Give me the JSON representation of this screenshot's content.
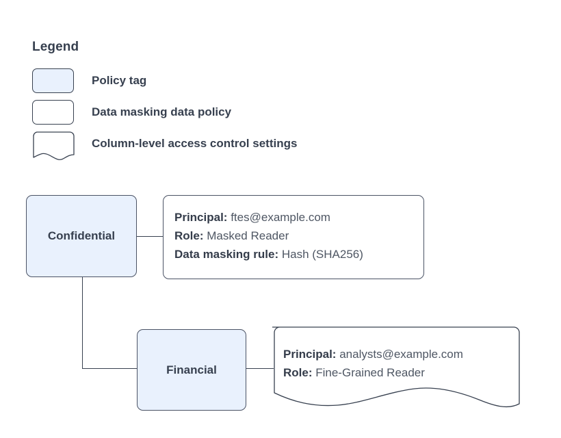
{
  "legend": {
    "title": "Legend",
    "items": [
      {
        "label": "Policy tag",
        "swatch": "filled-rounded-rect-swatch"
      },
      {
        "label": "Data masking data policy",
        "swatch": "plain-rounded-rect-swatch"
      },
      {
        "label": "Column-level access control settings",
        "swatch": "wavy-bottom-rect-swatch"
      }
    ]
  },
  "nodes": [
    {
      "id": "confidential",
      "label": "Confidential"
    },
    {
      "id": "financial",
      "label": "Financial"
    }
  ],
  "details": [
    {
      "id": "confidential-policy",
      "shape": "rounded-rect",
      "lines": [
        {
          "key": "Principal:",
          "value": "ftes@example.com"
        },
        {
          "key": "Role:",
          "value": "Masked Reader"
        },
        {
          "key": "Data masking rule:",
          "value": "Hash (SHA256)"
        }
      ]
    },
    {
      "id": "financial-access",
      "shape": "wavy-bottom",
      "lines": [
        {
          "key": "Principal:",
          "value": "analysts@example.com"
        },
        {
          "key": "Role:",
          "value": "Fine-Grained Reader"
        }
      ]
    }
  ],
  "colors": {
    "node_fill": "#e9f1fd",
    "stroke": "#37404f",
    "node_stroke": "#4a5264",
    "text": "#37404f",
    "value_text": "#4e5663",
    "background": "#ffffff"
  }
}
